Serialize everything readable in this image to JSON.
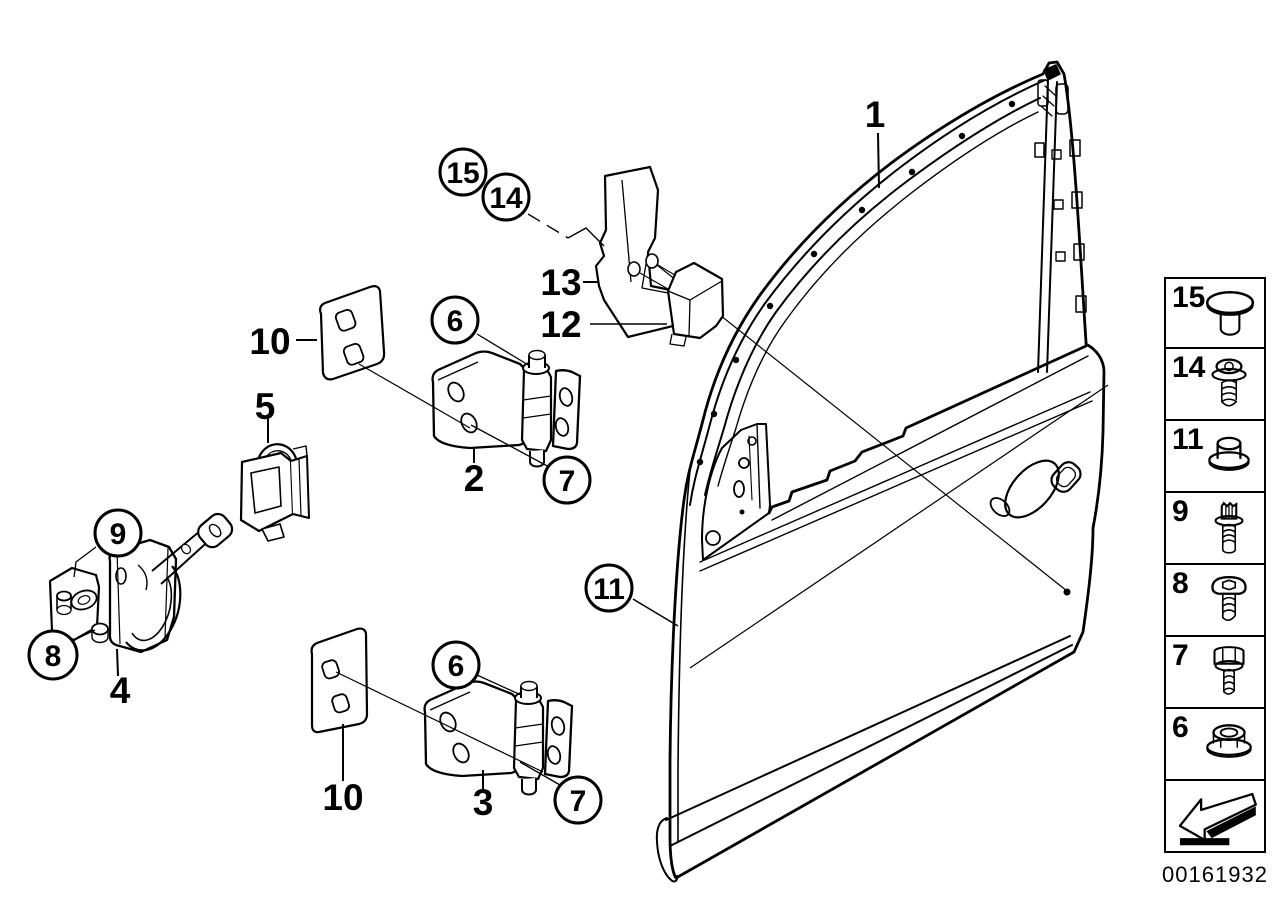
{
  "diagram": {
    "image_id": "00161932",
    "colors": {
      "line": "#000000",
      "background": "#ffffff"
    },
    "callouts": {
      "n1": "1",
      "n2": "2",
      "n3": "3",
      "n4": "4",
      "n5": "5",
      "n6_upper": "6",
      "n7_upper": "7",
      "n8": "8",
      "n9": "9",
      "n10_upper": "10",
      "n10_lower": "10",
      "n11": "11",
      "n12": "12",
      "n13": "13",
      "n14": "14",
      "n15": "15",
      "n6_lower": "6",
      "n7_lower": "7"
    }
  },
  "sidebar": {
    "items": [
      {
        "number": "15",
        "icon": "blind-plug-icon"
      },
      {
        "number": "14",
        "icon": "screw-icon"
      },
      {
        "number": "11",
        "icon": "cap-nut-icon"
      },
      {
        "number": "9",
        "icon": "torx-bolt-icon"
      },
      {
        "number": "8",
        "icon": "countersunk-bolt-icon"
      },
      {
        "number": "7",
        "icon": "hex-bolt-icon"
      },
      {
        "number": "6",
        "icon": "flange-nut-icon"
      }
    ],
    "nav": {
      "icon": "back-arrow-icon"
    }
  }
}
